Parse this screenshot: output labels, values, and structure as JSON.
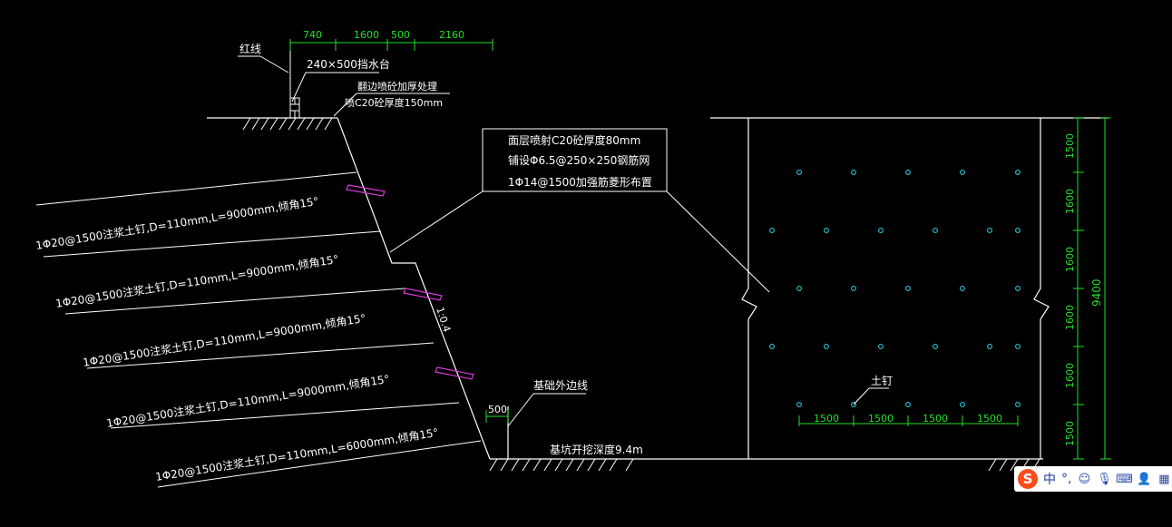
{
  "colors": {
    "background": "#000000",
    "line": "#ffffff",
    "dimension": "#22e02a",
    "nail": "#29c5d8",
    "plate": "#d63ad6",
    "ime_logo": "#ff4a1a"
  },
  "section": {
    "red_line_label": "红线",
    "top_dims": [
      "740",
      "1600",
      "500",
      "2160"
    ],
    "retaining_label": "240×500挡水台",
    "note_line1": "翻边喷砼加厚处理",
    "note_line2": "喷C20砼厚度150mm",
    "nail_labels": [
      "1Φ20@1500注浆土钉,D=110mm,L=9000mm,倾角15°",
      "1Φ20@1500注浆土钉,D=110mm,L=9000mm,倾角15°",
      "1Φ20@1500注浆土钉,D=110mm,L=9000mm,倾角15°",
      "1Φ20@1500注浆土钉,D=110mm,L=9000mm,倾角15°",
      "1Φ20@1500注浆土钉,D=110mm,L=6000mm,倾角15°"
    ],
    "slope_label": "1:0.4",
    "foundation_label": "基础外边线",
    "offset_dim": "500",
    "depth_label": "基坑开挖深度9.4m"
  },
  "spec_box": [
    "面层喷射C20砼厚度80mm",
    "铺设Φ6.5@250×250钢筋网",
    "1Φ14@1500加强筋菱形布置"
  ],
  "elevation": {
    "nail_label": "土钉",
    "h_dims": [
      "1500",
      "1500",
      "1500",
      "1500"
    ],
    "v_dims": [
      "1500",
      "1600",
      "1600",
      "1600",
      "1600",
      "1500"
    ],
    "total_height": "9400"
  },
  "ime_toolbar": {
    "logo": "S",
    "lang": "中",
    "punct": "°,",
    "icons": [
      "emoji-icon",
      "mic-icon",
      "keyboard-icon",
      "user-icon",
      "grid-icon"
    ]
  }
}
